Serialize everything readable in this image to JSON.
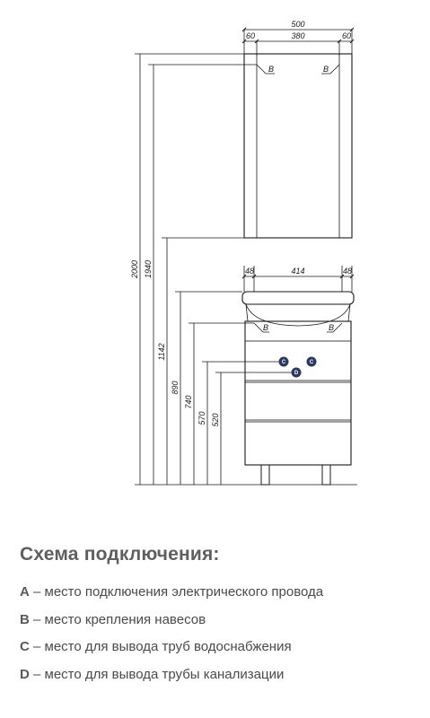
{
  "drawing": {
    "top_dims": {
      "total": "500",
      "left": "60",
      "middle": "380",
      "right": "60"
    },
    "mid_dims": {
      "left": "48",
      "middle": "414",
      "right": "48"
    },
    "heights": [
      "2000",
      "1940",
      "1142",
      "890",
      "740",
      "570",
      "520"
    ],
    "marks": {
      "hinge": "B",
      "water": "C",
      "drain": "D"
    }
  },
  "legend": {
    "title": "Схема подключения:",
    "items": [
      {
        "letter": "A",
        "text": " – место подключения электрического провода"
      },
      {
        "letter": "B",
        "text": " – место крепления навесов"
      },
      {
        "letter": "C",
        "text": " – место для вывода труб водоснабжения"
      },
      {
        "letter": "D",
        "text": " – место для вывода трубы канализации"
      }
    ]
  },
  "colors": {
    "line": "#1a1a1a",
    "pipe": "#2b3a5c",
    "title": "#5f5f5f",
    "text": "#4a4a4a"
  }
}
